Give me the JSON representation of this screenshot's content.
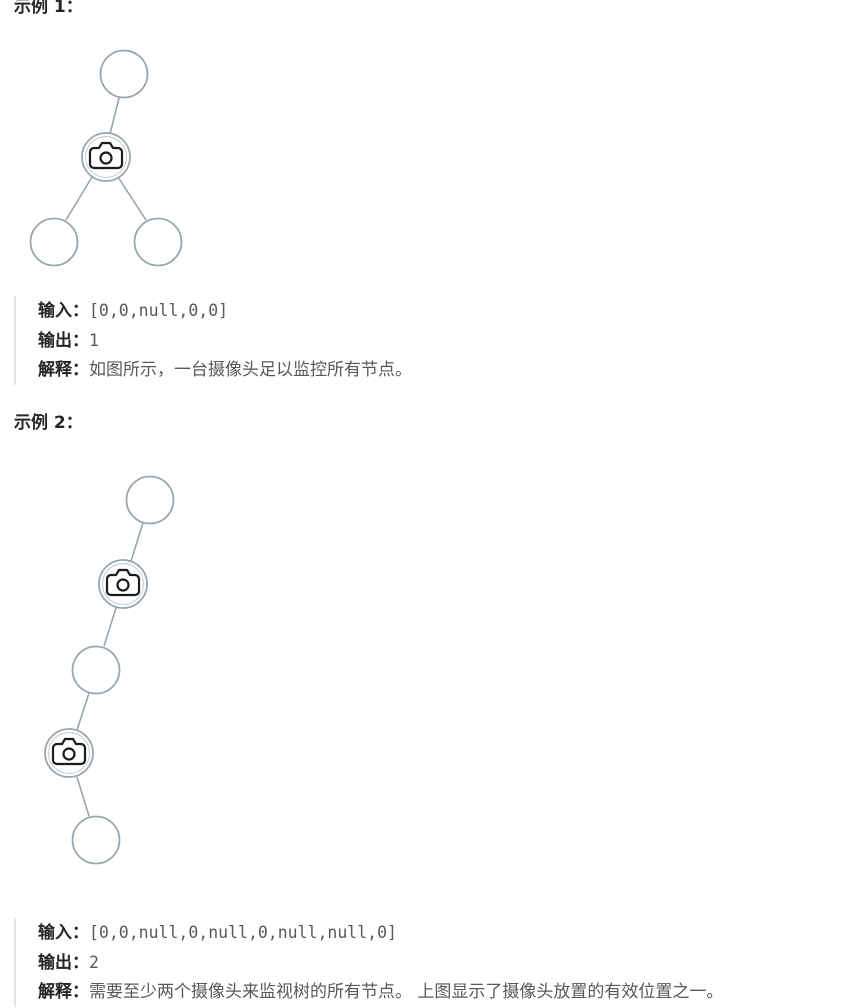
{
  "example1": {
    "title": "示例 1：",
    "input_label": "输入：",
    "input_value": "[0,0,null,0,0]",
    "output_label": "输出：",
    "output_value": "1",
    "explain_label": "解释：",
    "explain_text": "如图所示，一台摄像头足以监控所有节点。"
  },
  "example2": {
    "title": "示例 2：",
    "input_label": "输入：",
    "input_value": "[0,0,null,0,null,0,null,null,0]",
    "output_label": "输出：",
    "output_value": "2",
    "explain_label": "解释：",
    "explain_text": "需要至少两个摄像头来监视树的所有节点。 上图显示了摄像头放置的有效位置之一。"
  },
  "icons": {
    "camera": "camera-icon"
  },
  "colors": {
    "edge": "#98a6ae",
    "node_border": "#98a6ae",
    "label": "#262626",
    "value": "#595959"
  }
}
